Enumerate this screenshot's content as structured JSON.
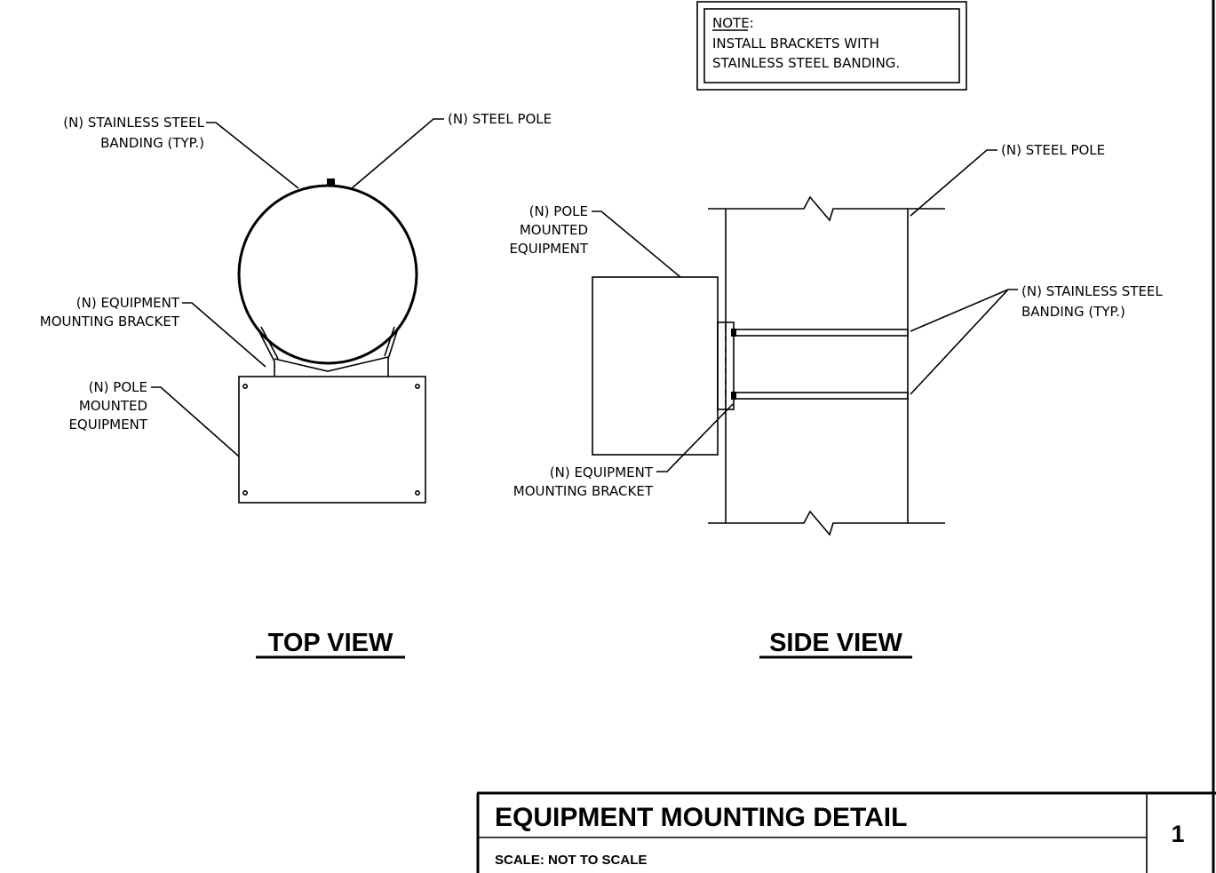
{
  "note": {
    "heading": "NOTE:",
    "line1": "INSTALL BRACKETS WITH",
    "line2": "STAINLESS STEEL BANDING."
  },
  "top_view": {
    "title": "TOP VIEW",
    "banding_label": [
      "(N) STAINLESS STEEL",
      "BANDING (TYP.)"
    ],
    "pole_label": "(N) STEEL POLE",
    "bracket_label": [
      "(N) EQUIPMENT",
      "MOUNTING BRACKET"
    ],
    "equipment_label": [
      "(N) POLE",
      "MOUNTED",
      "EQUIPMENT"
    ]
  },
  "side_view": {
    "title": "SIDE VIEW",
    "pole_label": "(N) STEEL POLE",
    "equipment_label": [
      "(N) POLE",
      "MOUNTED",
      "EQUIPMENT"
    ],
    "banding_label": [
      "(N) STAINLESS STEEL",
      "BANDING (TYP.)"
    ],
    "bracket_label": [
      "(N) EQUIPMENT",
      "MOUNTING BRACKET"
    ]
  },
  "title_block": {
    "title": "EQUIPMENT MOUNTING DETAIL",
    "scale": "SCALE: NOT TO SCALE",
    "detail_number": "1"
  }
}
